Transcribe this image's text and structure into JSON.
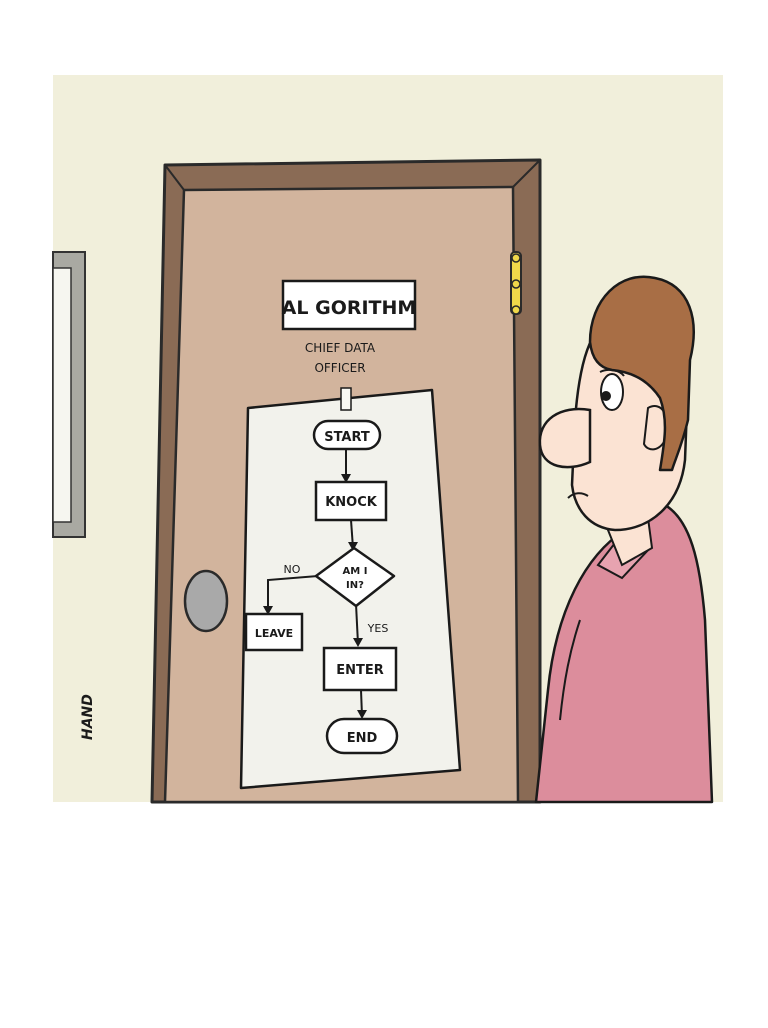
{
  "cartoon": {
    "nameplate": {
      "name": "AL GORITHM",
      "title_line1": "CHIEF DATA",
      "title_line2": "OFFICER"
    },
    "flowchart": {
      "start": "START",
      "knock": "KNOCK",
      "decision_line1": "AM I",
      "decision_line2": "IN?",
      "no_label": "NO",
      "yes_label": "YES",
      "leave": "LEAVE",
      "enter": "ENTER",
      "end": "END"
    },
    "signature": "HAND"
  },
  "colors": {
    "wall": "#f1efdb",
    "door": "#d2b49d",
    "door_frame": "#8a6b55",
    "poster": "#f2f2ec",
    "shirt": "#dc8d9c",
    "hair": "#a86e45",
    "skin": "#fbe3d3",
    "doorknob": "#a9a9a9",
    "hinge": "#f0d84a"
  }
}
